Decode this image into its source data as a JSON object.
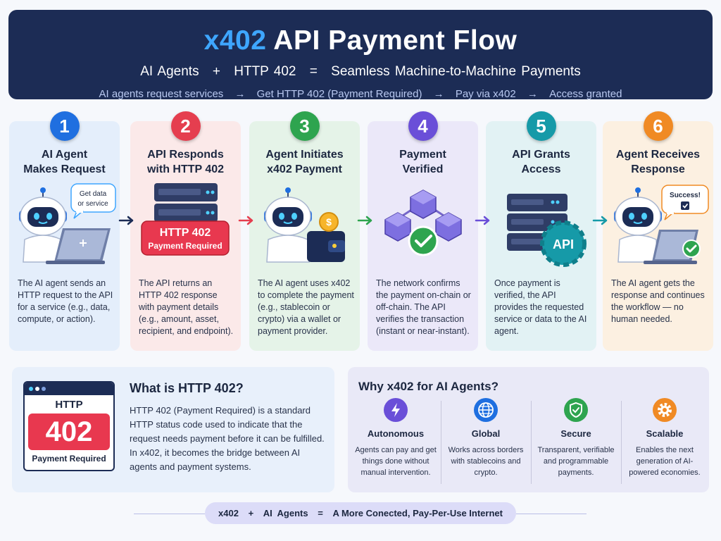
{
  "header": {
    "title_accent": "x402",
    "title_rest": "API Payment Flow",
    "subtitle": [
      "AI Agents",
      "+",
      "HTTP 402",
      "=",
      "Seamless Machine-to-Machine Payments"
    ],
    "tagline": [
      "AI agents request services",
      "→",
      "Get HTTP 402 (Payment Required)",
      "→",
      "Pay via x402",
      "→",
      "Access granted"
    ]
  },
  "steps": [
    {
      "num": "1",
      "title_line1": "AI Agent",
      "title_line2": "Makes Request",
      "bubble_line1": "Get data",
      "bubble_line2": "or service",
      "desc": "The AI agent sends an HTTP request to the API for a service (e.g., data, compute, or action).",
      "color": "#1f6fe0",
      "bg": "#e4eefb"
    },
    {
      "num": "2",
      "title_line1": "API Responds",
      "title_line2": "with HTTP 402",
      "error_code": "HTTP 402",
      "error_text": "Payment Required",
      "desc": "The API returns an HTTP 402 response with payment details (e.g., amount, asset, recipient, and endpoint).",
      "color": "#e53e4f",
      "bg": "#fbe9e9"
    },
    {
      "num": "3",
      "title_line1": "Agent Initiates",
      "title_line2": "x402 Payment",
      "desc": "The AI agent uses x402 to complete the payment (e.g., stablecoin or crypto) via a wallet or payment provider.",
      "color": "#2ea44f",
      "bg": "#e5f3e8"
    },
    {
      "num": "4",
      "title_line1": "Payment",
      "title_line2": "Verified",
      "desc": "The network confirms the payment on-chain or off-chain. The API verifies the transaction (instant or near-instant).",
      "color": "#6a4fd8",
      "bg": "#ebe8f9"
    },
    {
      "num": "5",
      "title_line1": "API Grants",
      "title_line2": "Access",
      "api_badge": "API",
      "desc": "Once payment is verified, the API provides the requested service or data to the AI agent.",
      "color": "#169aa8",
      "bg": "#e2f2f4"
    },
    {
      "num": "6",
      "title_line1": "Agent Receives",
      "title_line2": "Response",
      "bubble_line1": "Success!",
      "desc": "The AI agent gets the response and continues the workflow — no human needed.",
      "color": "#f08a24",
      "bg": "#fcf0e1"
    }
  ],
  "arrow_colors": [
    "#1c2c55",
    "#e53e4f",
    "#2ea44f",
    "#6a4fd8",
    "#169aa8"
  ],
  "http402": {
    "badge_http": "HTTP",
    "badge_code": "402",
    "badge_text": "Payment Required",
    "title": "What is HTTP 402?",
    "text": "HTTP 402 (Payment Required) is a standard HTTP status code used to indicate that the request needs payment before it can be fulfilled. In x402, it becomes the bridge between AI agents and payment systems."
  },
  "why": {
    "title": "Why x402 for AI Agents?",
    "features": [
      {
        "name": "Autonomous",
        "desc": "Agents can pay and get things done without manual intervention.",
        "icon": "lightning-icon",
        "color": "#6a4fd8",
        "bg": "#d9d2f6"
      },
      {
        "name": "Global",
        "desc": "Works across borders with stablecoins and crypto.",
        "icon": "globe-icon",
        "color": "#1f6fe0",
        "bg": "#d3e2fa"
      },
      {
        "name": "Secure",
        "desc": "Transparent, verifiable and programmable payments.",
        "icon": "shield-icon",
        "color": "#2ea44f",
        "bg": "#d4ecd9"
      },
      {
        "name": "Scalable",
        "desc": "Enables the next generation of AI-powered economies.",
        "icon": "gear-icon",
        "color": "#f08a24",
        "bg": "#fbe2c8"
      }
    ]
  },
  "footer": [
    "x402",
    "+",
    "AI  Agents",
    "=",
    "A More Conected, Pay-Per-Use Internet"
  ]
}
